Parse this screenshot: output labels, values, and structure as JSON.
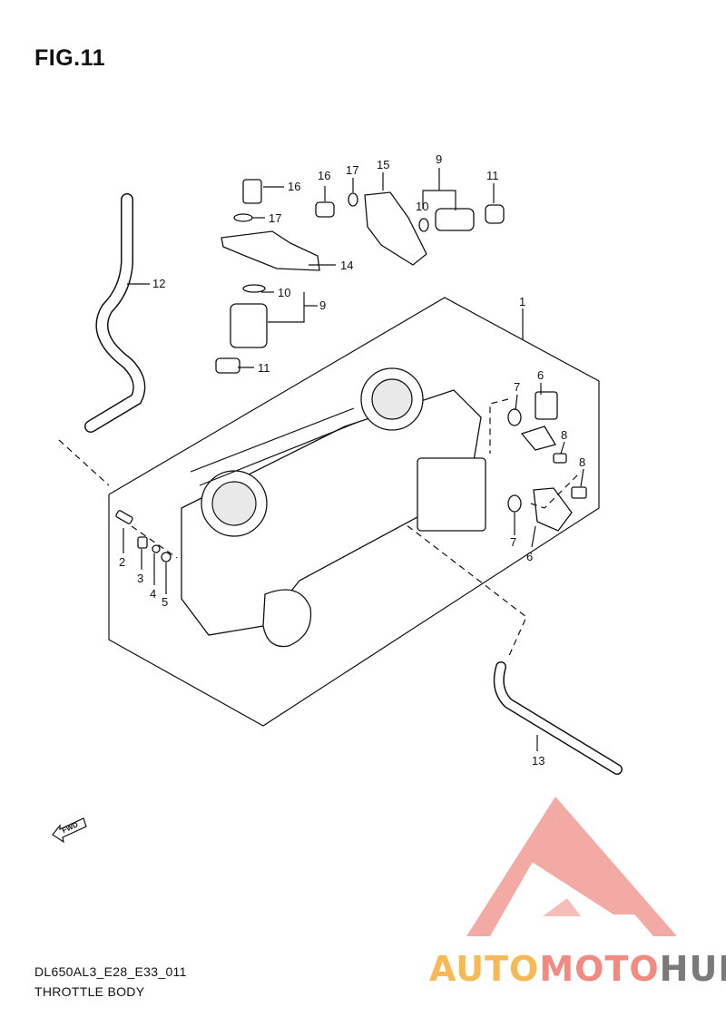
{
  "figure": {
    "title": "FIG.11",
    "model_code": "DL650AL3_E28_E33_011",
    "section_name": "THROTTLE BODY",
    "fwd_label": "FWD"
  },
  "watermark": {
    "part_a": "AUTO",
    "part_b": "MOTO",
    "part_c": "HUB",
    "colors": {
      "a": "#f7b955",
      "b": "#f18a80",
      "c": "#7a7a7a"
    }
  },
  "callouts": {
    "n1": "1",
    "n2": "2",
    "n3": "3",
    "n4": "4",
    "n5": "5",
    "n6a": "6",
    "n6b": "6",
    "n7a": "7",
    "n7b": "7",
    "n8a": "8",
    "n8b": "8",
    "n9a": "9",
    "n9b": "9",
    "n10a": "10",
    "n10b": "10",
    "n11a": "11",
    "n11b": "11",
    "n12": "12",
    "n13": "13",
    "n14": "14",
    "n15": "15",
    "n16a": "16",
    "n16b": "16",
    "n17a": "17",
    "n17b": "17"
  }
}
